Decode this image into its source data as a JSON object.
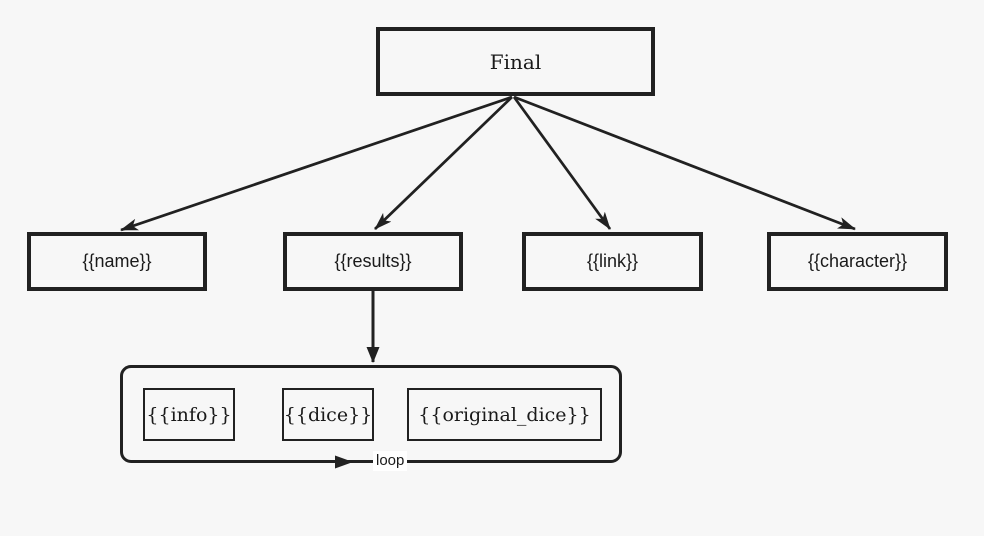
{
  "diagram": {
    "background": "#f7f7f7",
    "stroke_color": "#212121",
    "text_color": "#1a1a1a",
    "label_bg": "#ffffff",
    "root": {
      "label": "Final"
    },
    "children": [
      {
        "label": "{{name}}"
      },
      {
        "label": "{{results}}"
      },
      {
        "label": "{{link}}"
      },
      {
        "label": "{{character}}"
      }
    ],
    "loop_group": {
      "label": "loop",
      "items": [
        {
          "label": "{{info}}"
        },
        {
          "label": "{{dice}}"
        },
        {
          "label": "{{original_dice}}"
        }
      ]
    }
  }
}
